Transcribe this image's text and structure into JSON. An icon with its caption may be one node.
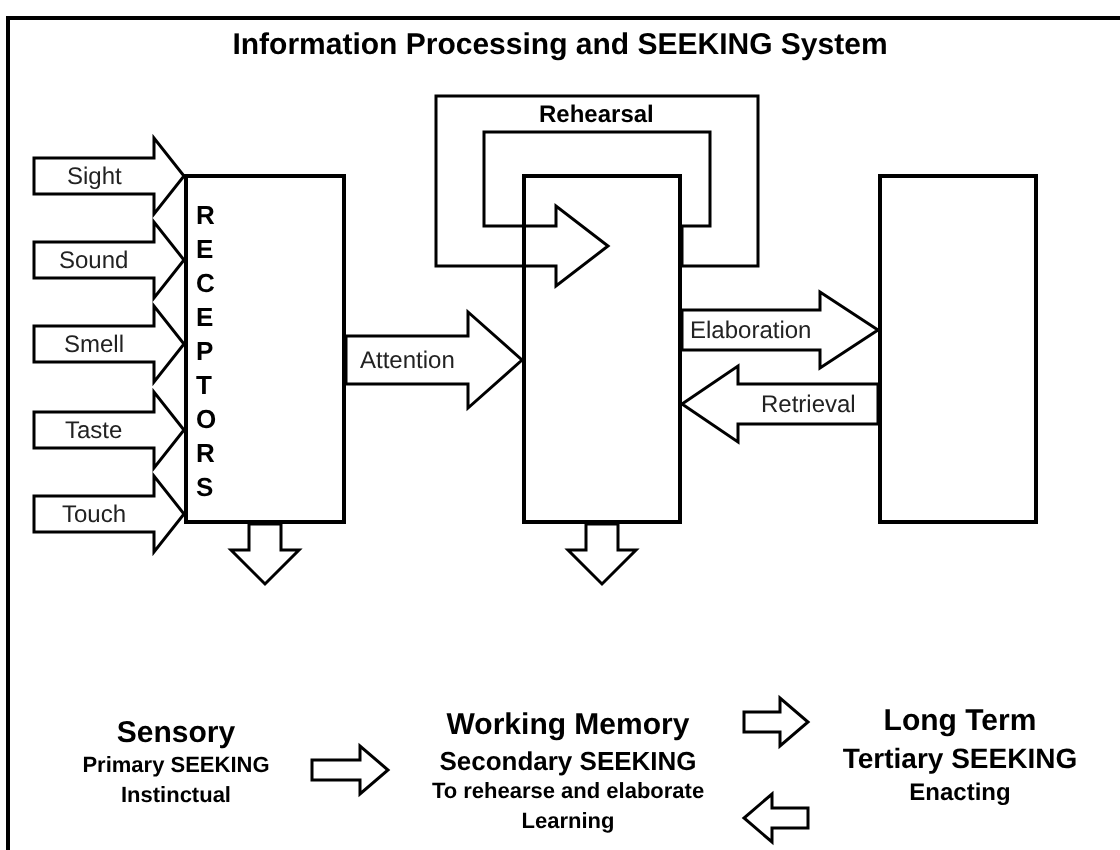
{
  "diagram": {
    "title": "Information Processing and SEEKING System",
    "nodes": [
      {
        "text": [
          "RECEPTORS"
        ]
      },
      {
        "text": [],
        "shape": "box"
      },
      {
        "text": [],
        "shape": "box"
      },
      {
        "text": [
          "Sensory",
          "Primary SEEKING",
          "Instinctual"
        ]
      },
      {
        "text": [
          "Working Memory",
          "Secondary SEEKING",
          "To rehearse and elaborate",
          "Learning"
        ]
      },
      {
        "text": [
          "Long Term",
          "Tertiary SEEKING",
          "Enacting"
        ]
      }
    ],
    "edges": [
      {
        "from": null,
        "to": 0,
        "arrow": "to",
        "label": "Sight"
      },
      {
        "from": null,
        "to": 0,
        "arrow": "to",
        "label": "Sound"
      },
      {
        "from": null,
        "to": 0,
        "arrow": "to",
        "label": "Smell"
      },
      {
        "from": null,
        "to": 0,
        "arrow": "to",
        "label": "Taste"
      },
      {
        "from": null,
        "to": 0,
        "arrow": "to",
        "label": "Touch"
      },
      {
        "from": 0,
        "to": 1,
        "arrow": "to",
        "label": "Attention"
      },
      {
        "from": 1,
        "to": 2,
        "arrow": "to",
        "label": "Elaboration"
      },
      {
        "from": 2,
        "to": 1,
        "arrow": "to",
        "label": "Retrieval"
      },
      {
        "from": 1,
        "to": 1,
        "arrow": "to",
        "label": "Rehearsal"
      },
      {
        "from": 0,
        "to": null,
        "arrow": "to"
      },
      {
        "from": 1,
        "to": null,
        "arrow": "to"
      },
      {
        "from": 3,
        "to": 4,
        "arrow": "to"
      },
      {
        "from": 4,
        "to": 5,
        "arrow": "to"
      },
      {
        "from": 5,
        "to": 4,
        "arrow": "to"
      }
    ]
  }
}
